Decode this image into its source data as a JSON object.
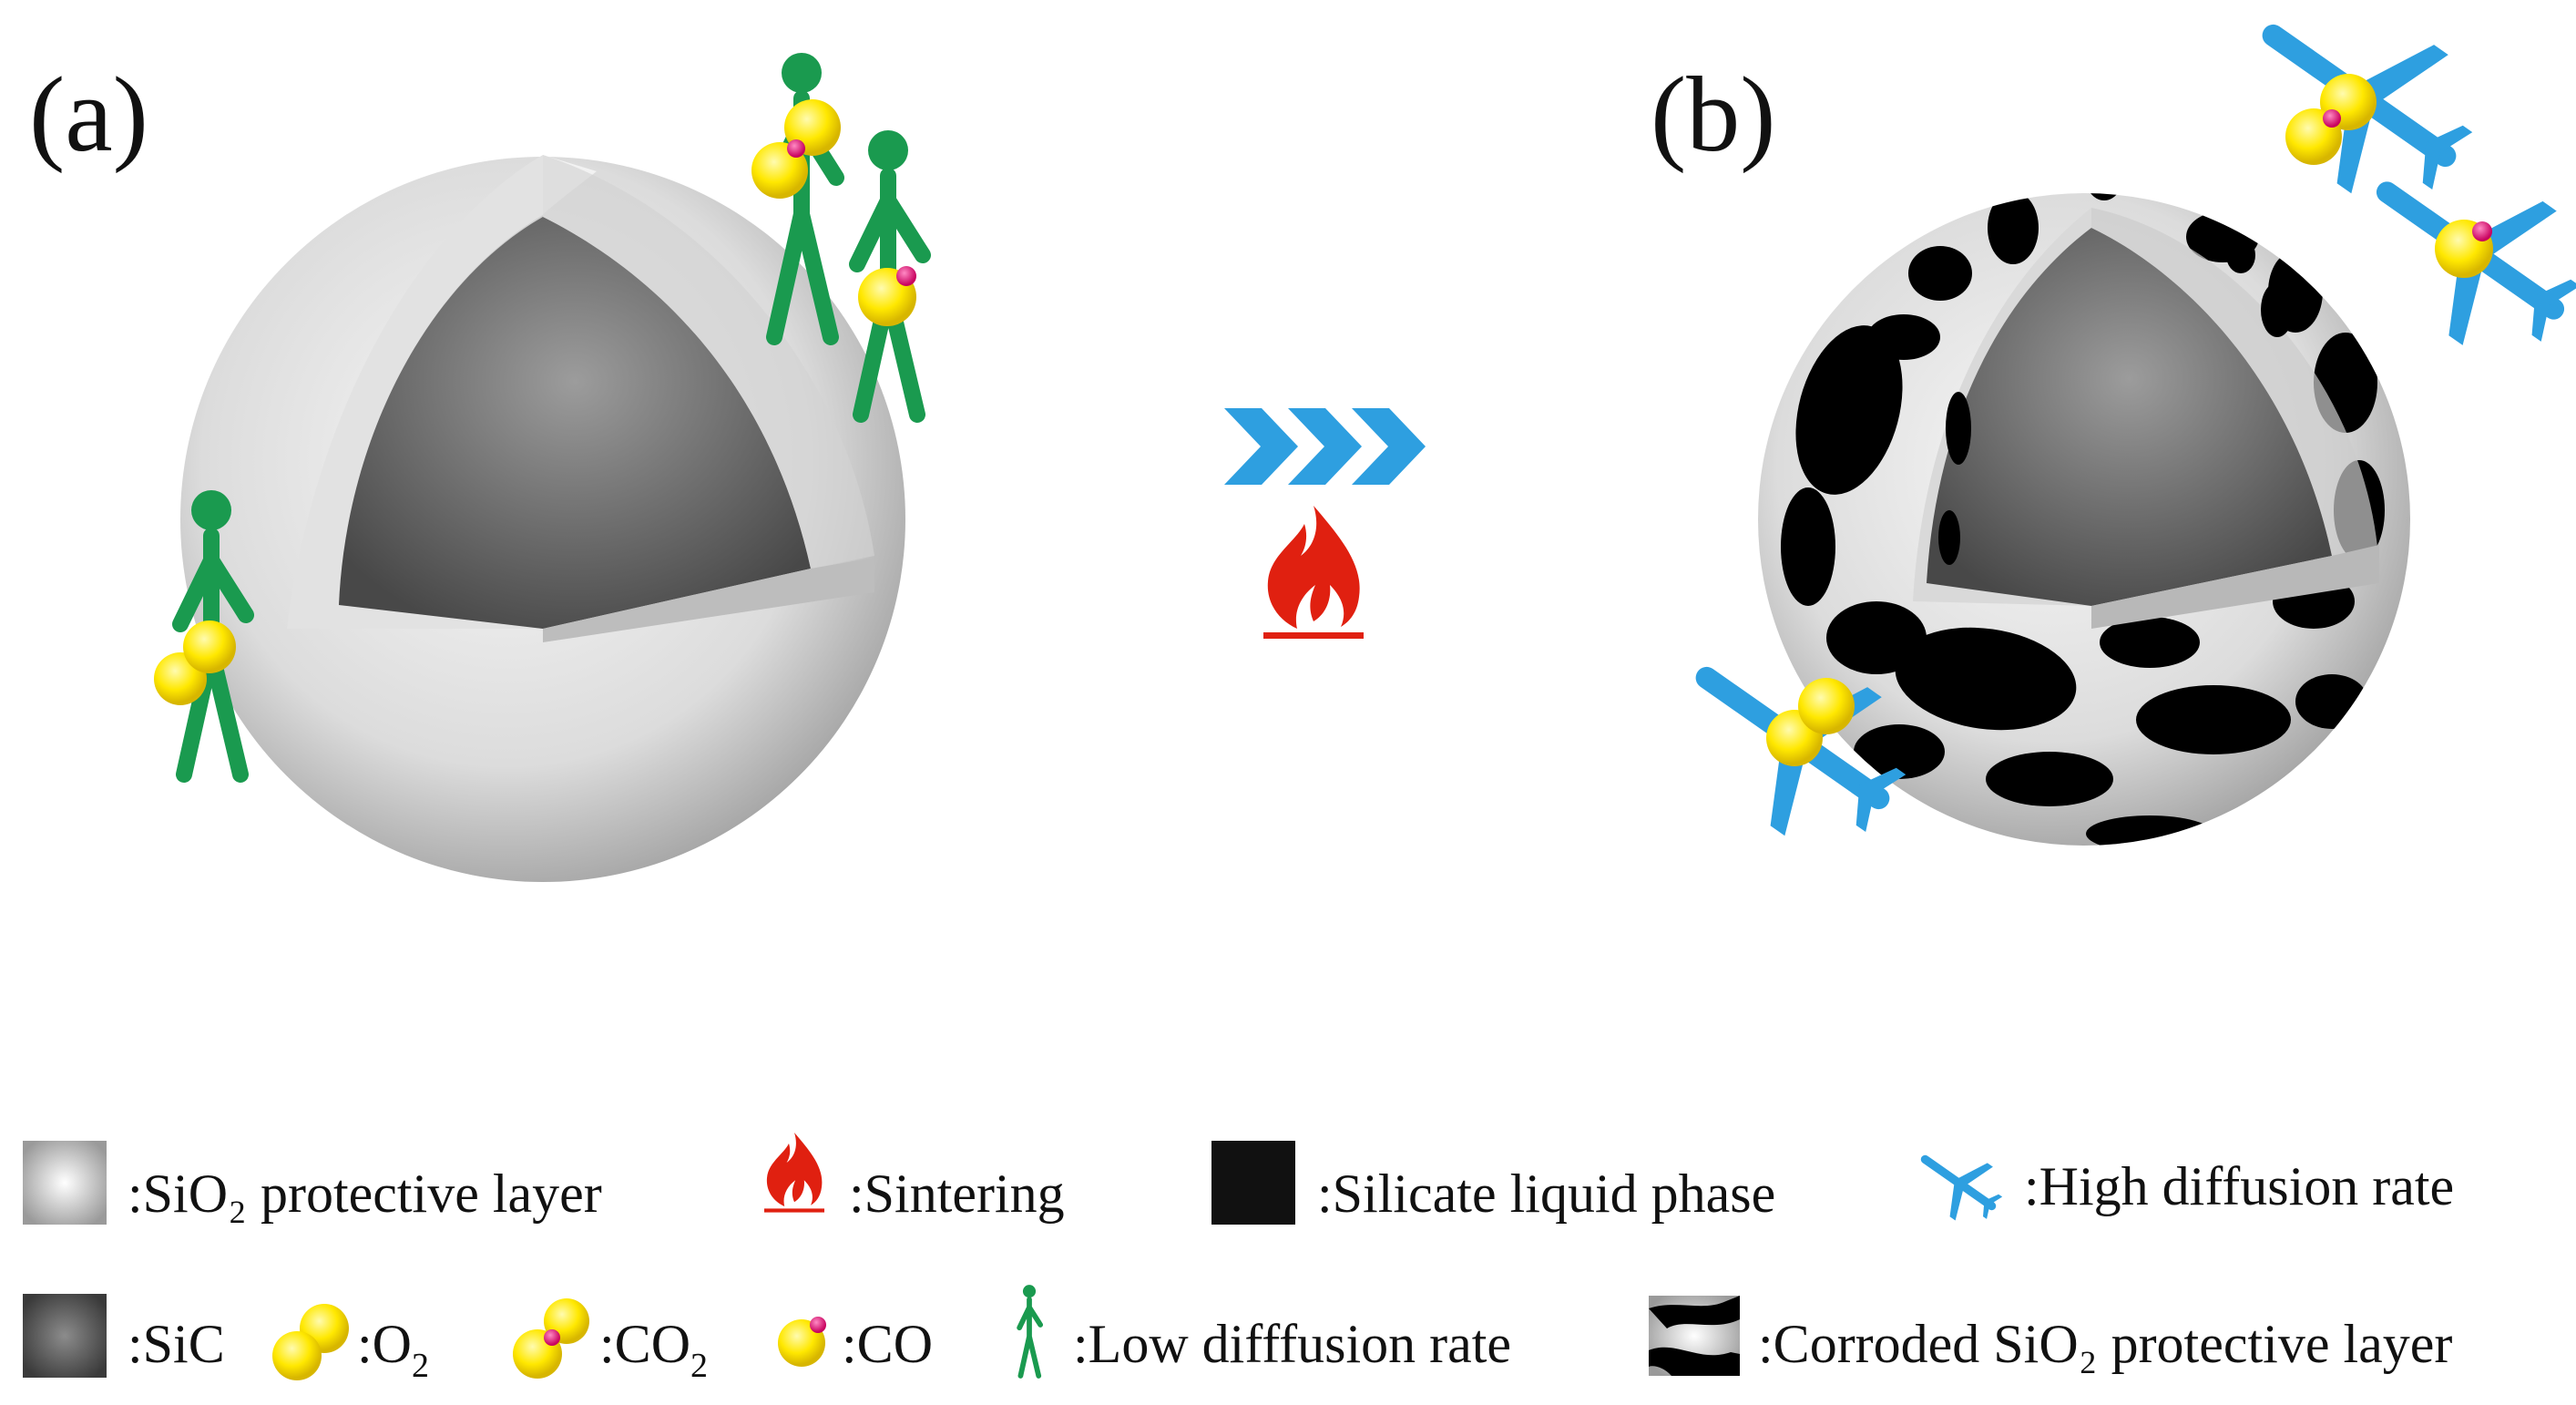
{
  "panels": {
    "a": {
      "label": "(a)"
    },
    "b": {
      "label": "(b)"
    }
  },
  "legend": {
    "row1": [
      {
        "id": "sio2",
        "icon": "sio2-layer-swatch-icon",
        "text": ":SiO₂ protective layer"
      },
      {
        "id": "sintering",
        "icon": "flame-icon",
        "text": ":Sintering"
      },
      {
        "id": "liquid",
        "icon": "black-square-swatch-icon",
        "text": ":Silicate liquid phase"
      },
      {
        "id": "high",
        "icon": "airplane-icon",
        "text": ":High diffusion rate"
      }
    ],
    "row2": {
      "sic": ":SiC",
      "o2": ":O",
      "o2_sub": "2",
      "co2": ":CO",
      "co2_sub": "2",
      "co": ":CO",
      "low": ":Low difffusion rate",
      "corroded": ":Corroded SiO₂ protective layer"
    }
  },
  "colors": {
    "shell_light": "#f4f4f4",
    "shell_dark": "#a9a9a9",
    "core_light": "#9a9a9a",
    "core_dark": "#4a4a4a",
    "walker_green": "#1a9a4f",
    "plane_blue": "#2e9fe0",
    "molecule_yellow": "#ffee00",
    "carbon_pink": "#e0157a",
    "flame_red": "#e02010",
    "chevron_blue": "#2e9fe0",
    "silicate_black": "#000000"
  }
}
